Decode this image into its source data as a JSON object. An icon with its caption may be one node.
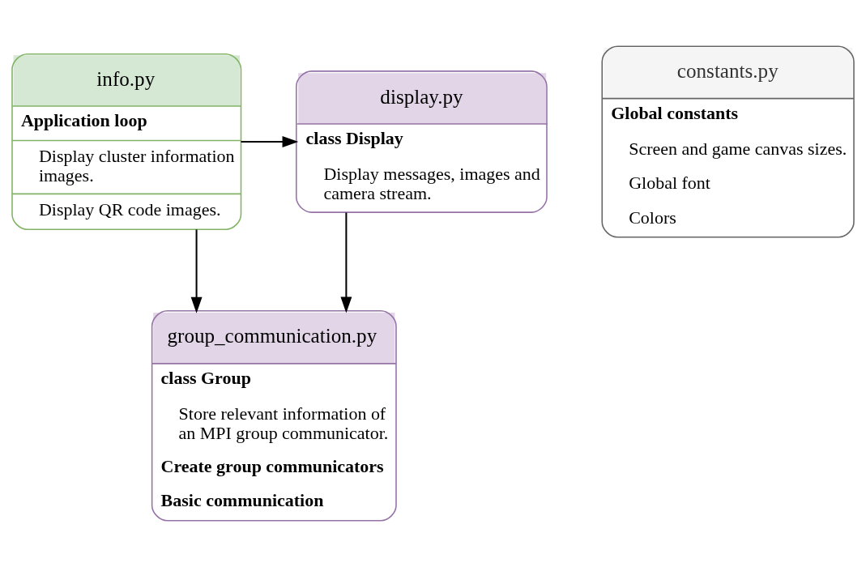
{
  "diagram": {
    "nodes": [
      {
        "text": [
          "display.py",
          "class Display",
          "Display messages, images and camera stream."
        ]
      },
      {
        "text": [
          "info.py",
          "Application loop",
          "Display cluster information images.",
          "Display QR code images."
        ]
      },
      {
        "text": [
          "constants.py",
          "Global constants",
          "Screen and game canvas sizes.",
          "Global font",
          "Colors"
        ]
      },
      {
        "text": [
          "group_communication.py",
          "class Group",
          "Store relevant information of an MPI group communicator.",
          "Create group communicators",
          "Basic communication"
        ]
      }
    ],
    "edges": [
      {
        "from": 1,
        "to": 0,
        "arrow": "to"
      },
      {
        "from": 1,
        "to": 3,
        "arrow": "to"
      },
      {
        "from": 0,
        "to": 3,
        "arrow": "to"
      }
    ]
  }
}
